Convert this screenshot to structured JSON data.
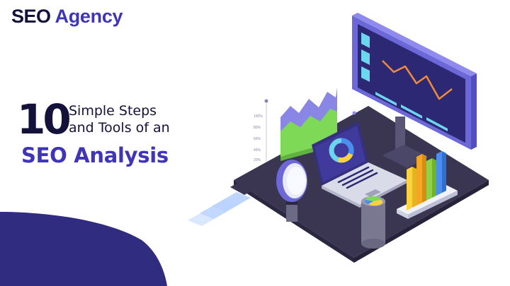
{
  "brand": {
    "word1": "SEO",
    "word2": "Agency"
  },
  "headline": {
    "number": "10",
    "line1": "Simple Steps",
    "line2": "and Tools of an",
    "line3": "SEO Analysis"
  },
  "colors": {
    "navy": "#14123a",
    "brand_purple": "#3f35b5",
    "dark_blob": "#302c80",
    "platform": "#3a3652",
    "monitor_frame": "#6c68d8",
    "monitor_screen": "#2c2873",
    "line_orange": "#f08a3c",
    "cyan": "#6dd6ef",
    "bar_yellow": "#ffd33d",
    "bar_green": "#8fd14a",
    "bar_orange": "#f5a623",
    "bar_blue": "#4a8ff0",
    "area_green": "#7ed957",
    "area_purple": "#8a86e6"
  },
  "illustration": {
    "gauge_labels": [
      "100%",
      "80%",
      "60%",
      "40%",
      "20%"
    ]
  }
}
